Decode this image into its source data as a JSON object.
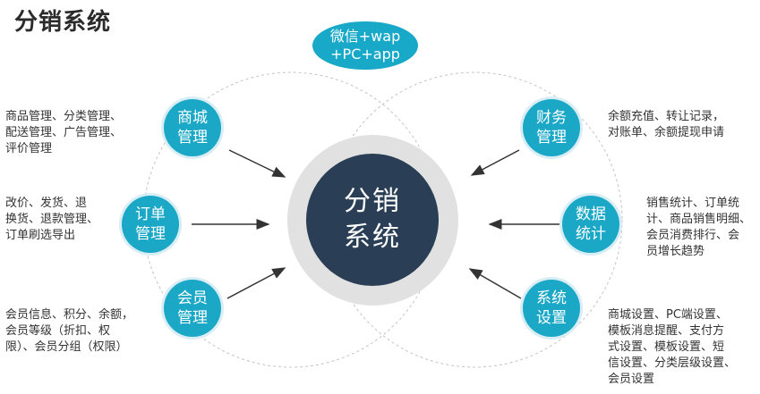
{
  "title": "分销系统",
  "top_bubble": {
    "line1": "微信+wap",
    "line2": "+PC+app"
  },
  "center": {
    "line1": "分销",
    "line2": "系统"
  },
  "nodes": {
    "mall": {
      "line1": "商城",
      "line2": "管理",
      "desc": [
        "商品管理、分类管理、",
        "配送管理、广告管理、",
        "评价管理"
      ]
    },
    "order": {
      "line1": "订单",
      "line2": "管理",
      "desc": [
        "改价、发货、退",
        "换货、退款管理、",
        "订单刷选导出"
      ]
    },
    "member": {
      "line1": "会员",
      "line2": "管理",
      "desc": [
        "会员信息、积分、余额，",
        "会员等级（折扣、权",
        "限）、会员分组（权限）"
      ]
    },
    "finance": {
      "line1": "财务",
      "line2": "管理",
      "desc": [
        "余额充值、转让记录，",
        "对账单、余额提现申请"
      ]
    },
    "stats": {
      "line1": "数据",
      "line2": "统计",
      "desc": [
        "销售统计、订单统",
        "计、商品销售明细、",
        "会员消费排行、会",
        "员增长趋势"
      ]
    },
    "settings": {
      "line1": "系统",
      "line2": "设置",
      "desc": [
        "商城设置、PC端设置、",
        "模板消息提醒、支付方",
        "式设置、模板设置、短",
        "信设置、分类层级设置、",
        "会员设置"
      ]
    }
  },
  "colors": {
    "node": "#1ba7c6",
    "center": "#2a3f55",
    "halo": "#e1e1e1",
    "arrow": "#333333"
  }
}
